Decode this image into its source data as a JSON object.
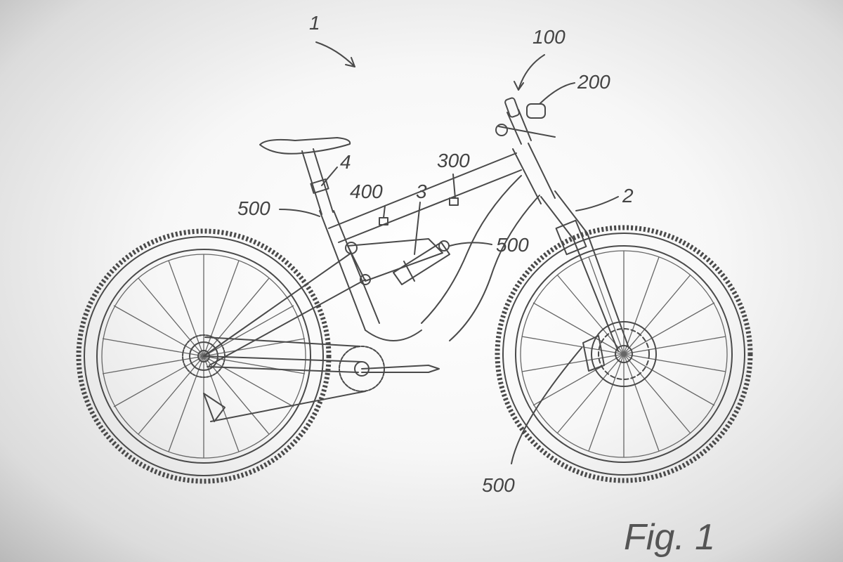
{
  "labels": {
    "system": "1",
    "assembly_100": "100",
    "controller_200": "200",
    "unit_300": "300",
    "unit_400": "400",
    "fork_2": "2",
    "shock_3": "3",
    "seatpost_4": "4",
    "sensor_500_seatpost": "500",
    "sensor_500_shock": "500",
    "sensor_500_wheel": "500"
  },
  "caption": "Fig. 1"
}
